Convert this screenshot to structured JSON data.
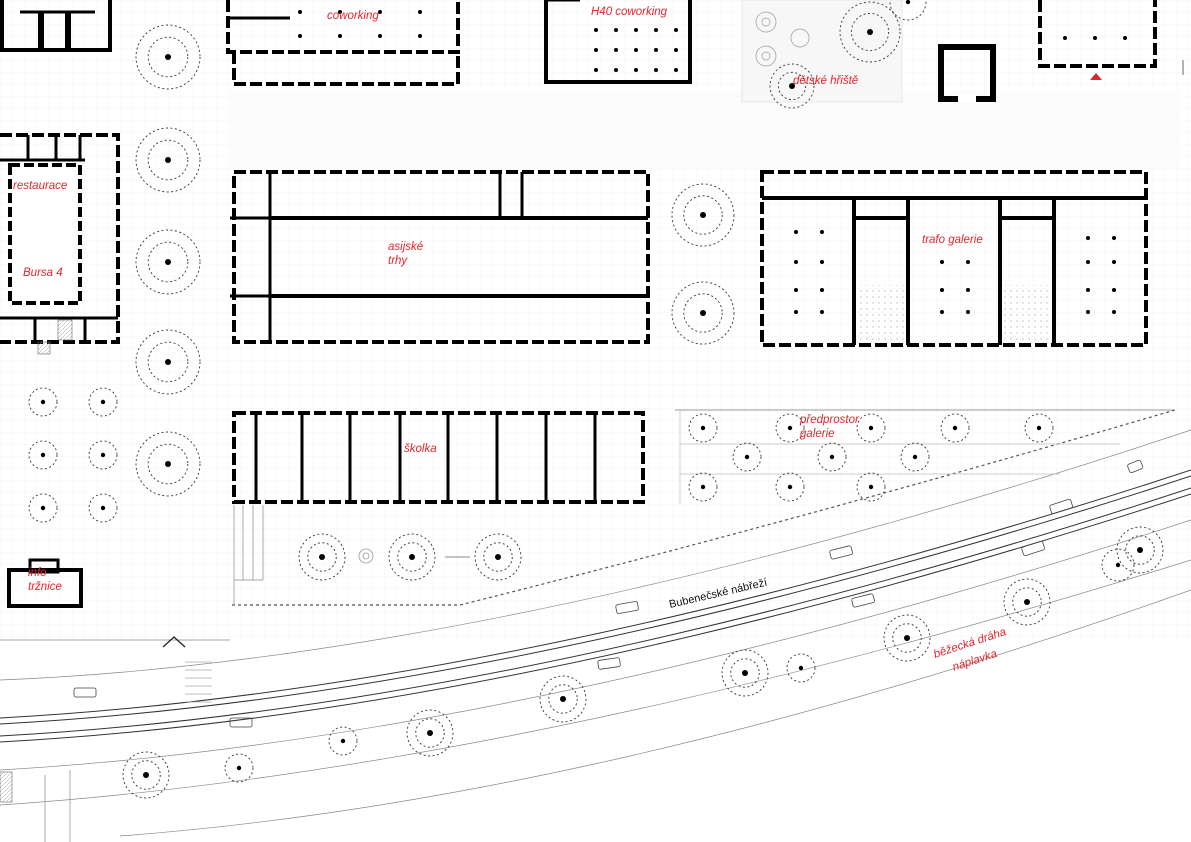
{
  "labels": {
    "coworking": "coworking",
    "h40_coworking": "H40 coworking",
    "detske_hriste": "dětské hřiště",
    "restaurace": "restaurace",
    "bursa": "Bursa 4",
    "asijske_trhy": [
      "asijské",
      "trhy"
    ],
    "trafo_galerie": "trafo galerie",
    "skolka": "školka",
    "predprostor_galerie": [
      "předprostor",
      "galerie"
    ],
    "info_trznice": [
      "info",
      "tržnice"
    ],
    "street": "Bubenečské nábřeží",
    "bezecka_draha": [
      "běžecká dráha",
      "náplavka"
    ]
  },
  "colors": {
    "label_red": "#e0262d",
    "wall": "#000000",
    "line": "#333333",
    "background": "#ffffff"
  },
  "icons": {
    "north_marker": "chevron-up-icon",
    "entrance_marker": "triangle-up-icon"
  }
}
